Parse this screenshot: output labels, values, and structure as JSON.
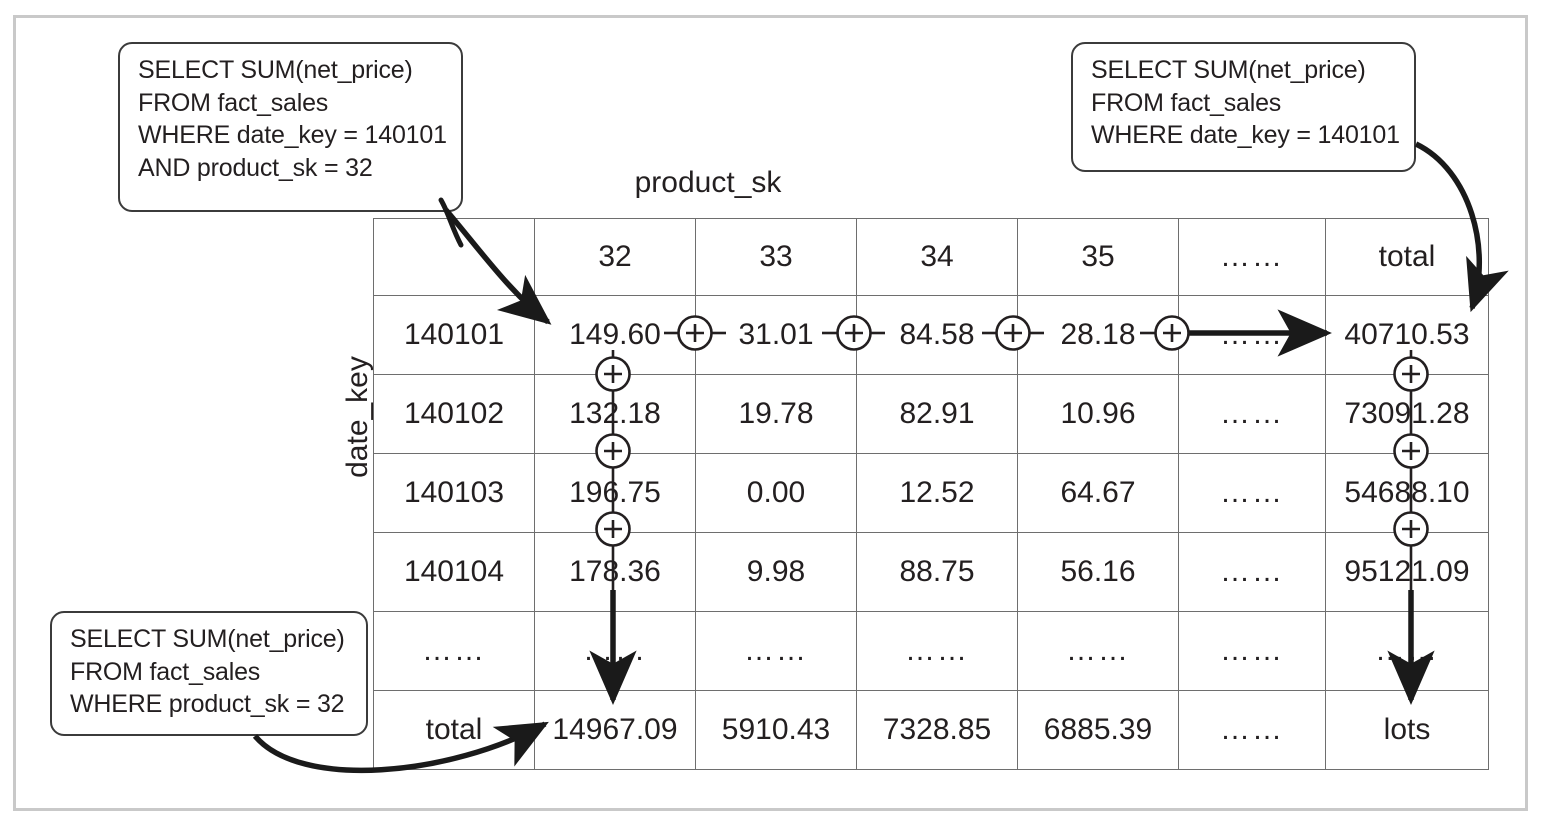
{
  "callouts": {
    "top_left": {
      "name": "sql-callout-cell",
      "lines": [
        "SELECT SUM(net_price)",
        "FROM fact_sales",
        "WHERE date_key = 140101",
        "AND product_sk = 32"
      ]
    },
    "top_right": {
      "name": "sql-callout-row-total",
      "lines": [
        "SELECT SUM(net_price)",
        "FROM fact_sales",
        "WHERE date_key = 140101"
      ]
    },
    "bottom_left": {
      "name": "sql-callout-column-total",
      "lines": [
        "SELECT SUM(net_price)",
        "FROM fact_sales",
        "WHERE product_sk = 32"
      ]
    }
  },
  "axes": {
    "column_axis_label": "product_sk",
    "row_axis_label": "date_key"
  },
  "chart_data": {
    "type": "table",
    "title": "",
    "xlabel": "product_sk",
    "ylabel": "date_key",
    "column_headers": [
      "32",
      "33",
      "34",
      "35",
      "……",
      "total"
    ],
    "row_headers": [
      "140101",
      "140102",
      "140103",
      "140104",
      "……",
      "total"
    ],
    "rows": [
      {
        "header": "140101",
        "values": [
          "149.60",
          "31.01",
          "84.58",
          "28.18",
          "……",
          "40710.53"
        ]
      },
      {
        "header": "140102",
        "values": [
          "132.18",
          "19.78",
          "82.91",
          "10.96",
          "……",
          "73091.28"
        ]
      },
      {
        "header": "140103",
        "values": [
          "196.75",
          "0.00",
          "12.52",
          "64.67",
          "……",
          "54688.10"
        ]
      },
      {
        "header": "140104",
        "values": [
          "178.36",
          "9.98",
          "88.75",
          "56.16",
          "……",
          "95121.09"
        ]
      },
      {
        "header": "……",
        "values": [
          "……",
          "……",
          "……",
          "……",
          "……",
          "……"
        ]
      },
      {
        "header": "total",
        "values": [
          "14967.09",
          "5910.43",
          "7328.85",
          "6885.39",
          "……",
          "lots"
        ]
      }
    ],
    "operator_symbol": "+",
    "legend": []
  },
  "colors": {
    "header_fill": "#eaeaea",
    "grid_line": "#6e6e6e",
    "text": "#231f20",
    "callout_border": "#3b3b3b",
    "arrow": "#1a1a1a",
    "page_border": "#c9c9c9"
  }
}
